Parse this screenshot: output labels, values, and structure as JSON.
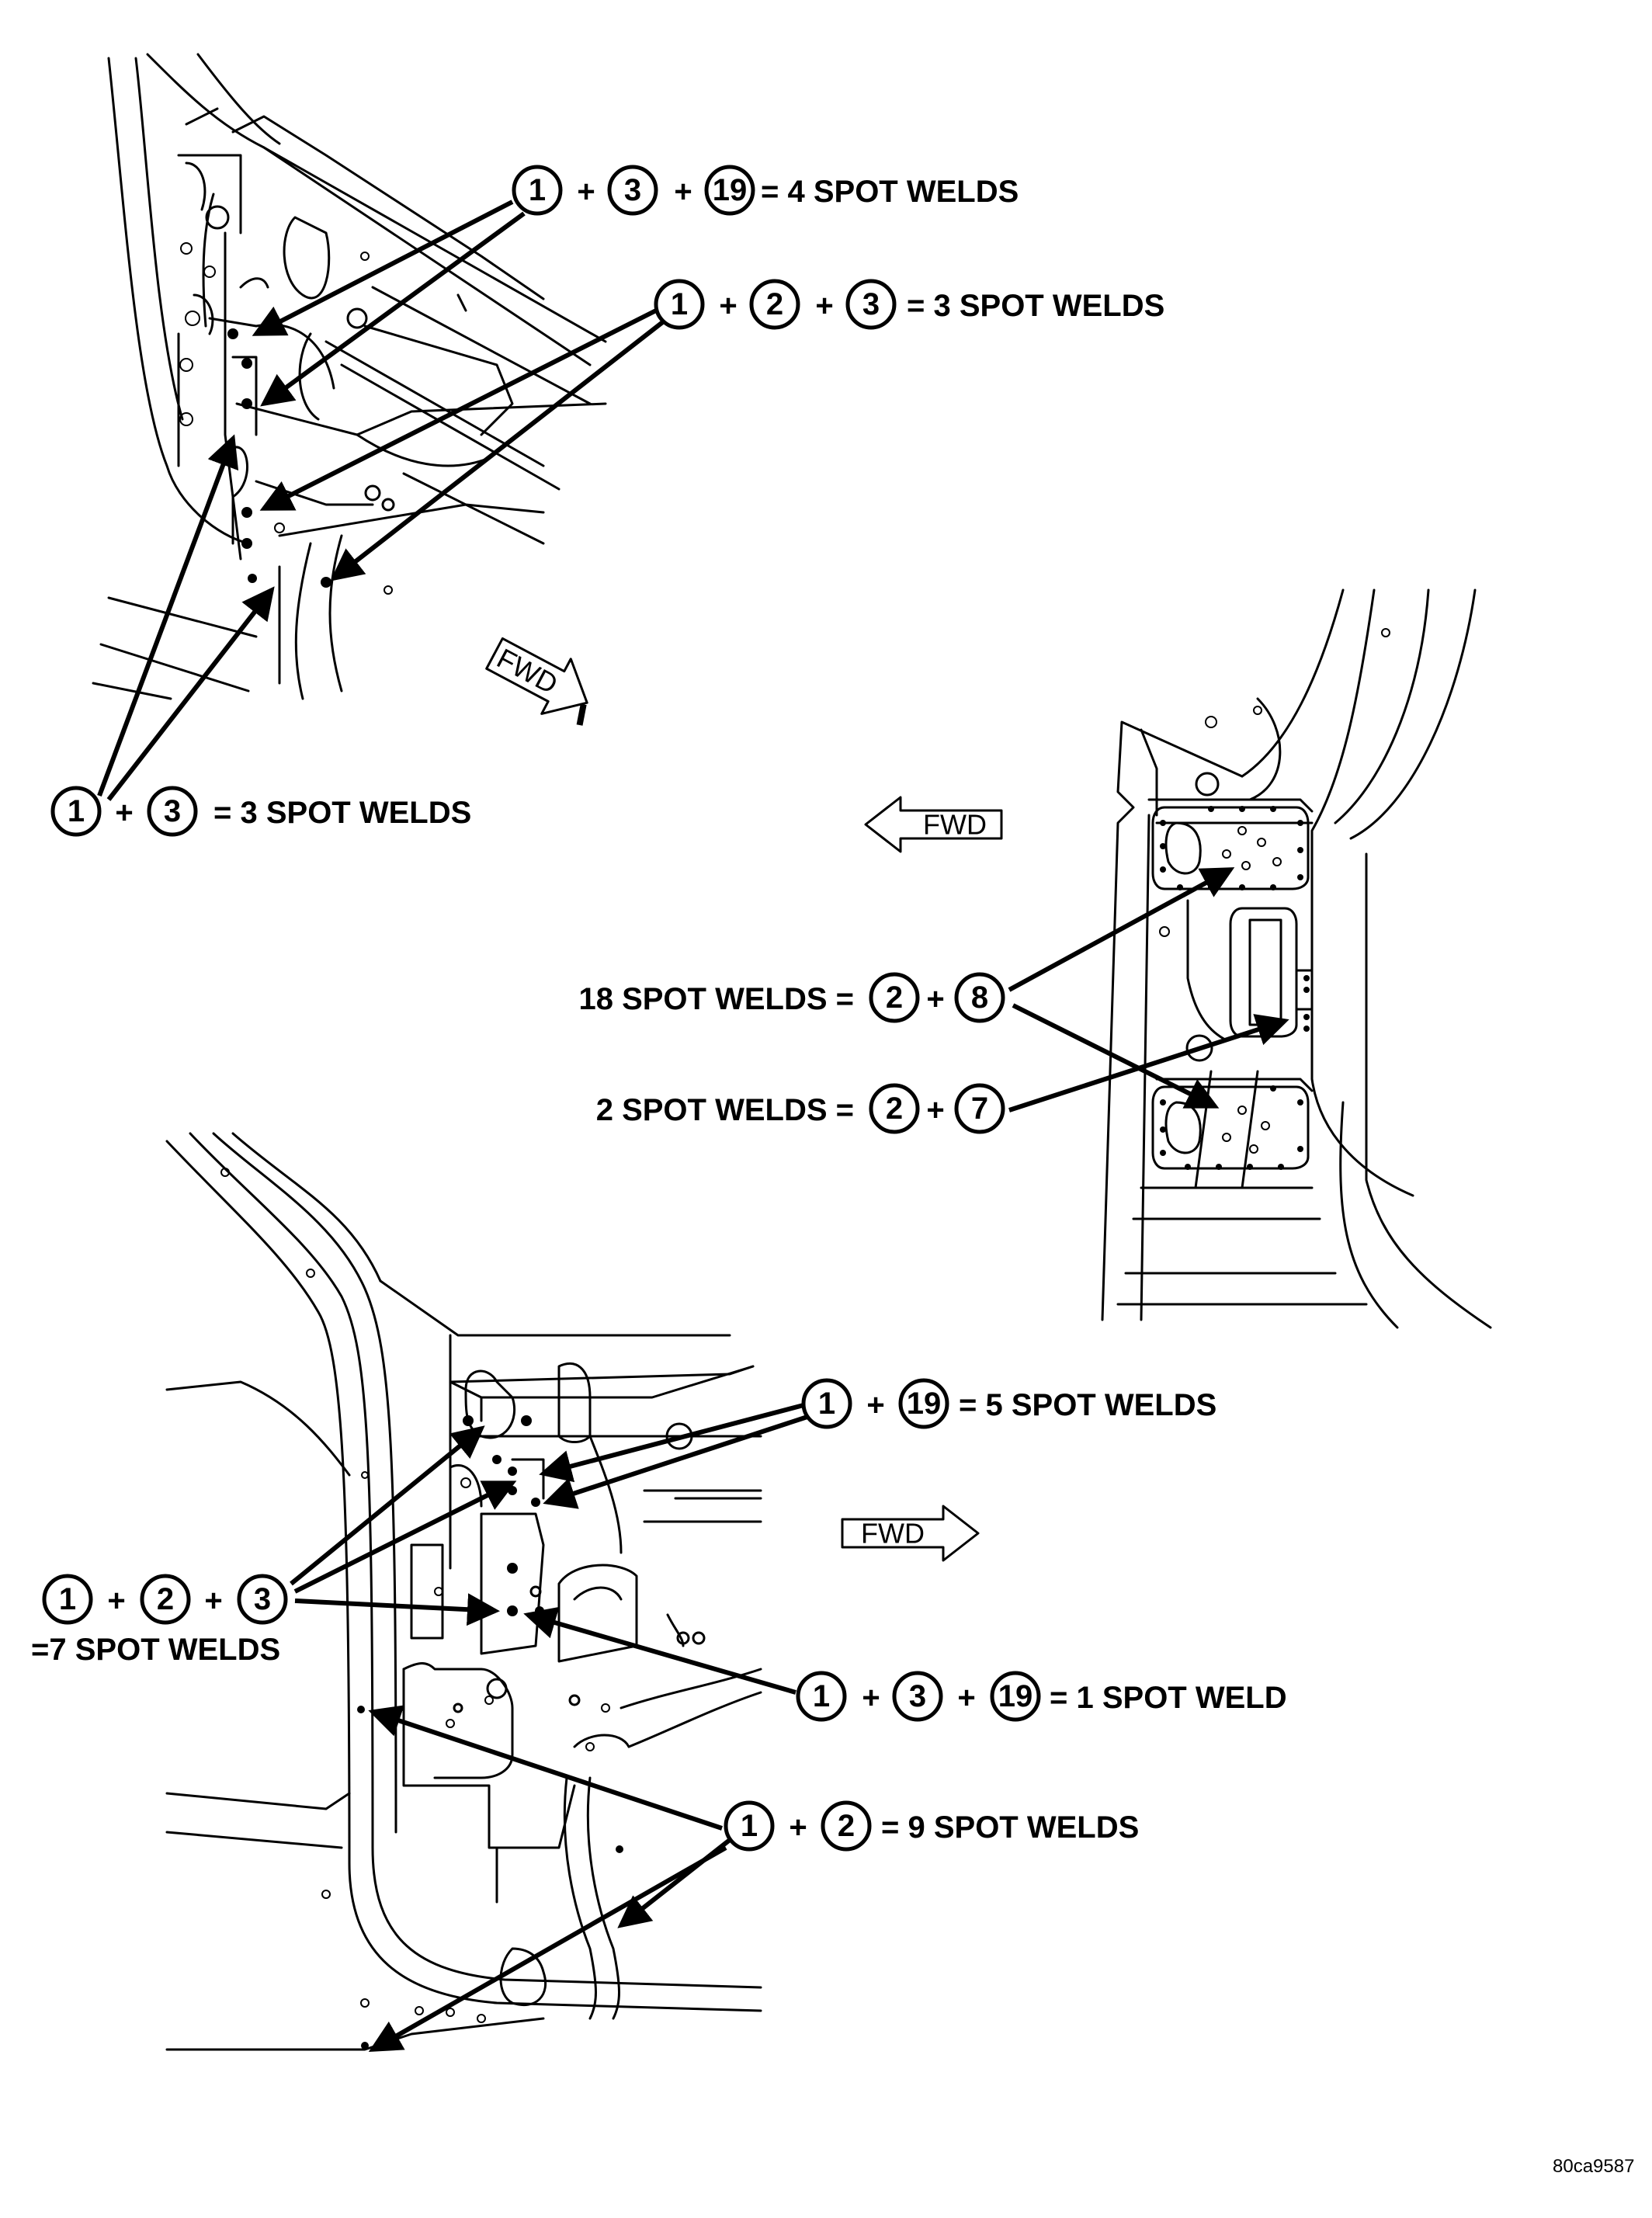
{
  "figure_id": "80ca9587",
  "fwd_label": "FWD",
  "callouts": [
    {
      "id": "c1",
      "parts": [
        "1",
        "3",
        "19"
      ],
      "text": "= 4 SPOT WELDS"
    },
    {
      "id": "c2",
      "parts": [
        "1",
        "2",
        "3"
      ],
      "text": "= 3 SPOT WELDS"
    },
    {
      "id": "c3",
      "parts": [
        "1",
        "3"
      ],
      "text": "= 3 SPOT WELDS"
    },
    {
      "id": "c4",
      "parts": [
        "2",
        "8"
      ],
      "text": "18 SPOT WELDS ="
    },
    {
      "id": "c5",
      "parts": [
        "2",
        "7"
      ],
      "text": "2 SPOT WELDS ="
    },
    {
      "id": "c6",
      "parts": [
        "1",
        "19"
      ],
      "text": "= 5 SPOT WELDS"
    },
    {
      "id": "c7",
      "parts": [
        "1",
        "2",
        "3"
      ],
      "text": "=7 SPOT WELDS"
    },
    {
      "id": "c8",
      "parts": [
        "1",
        "3",
        "19"
      ],
      "text": "= 1 SPOT WELD"
    },
    {
      "id": "c9",
      "parts": [
        "1",
        "2"
      ],
      "text": "= 9 SPOT WELDS"
    }
  ],
  "plus": "+"
}
